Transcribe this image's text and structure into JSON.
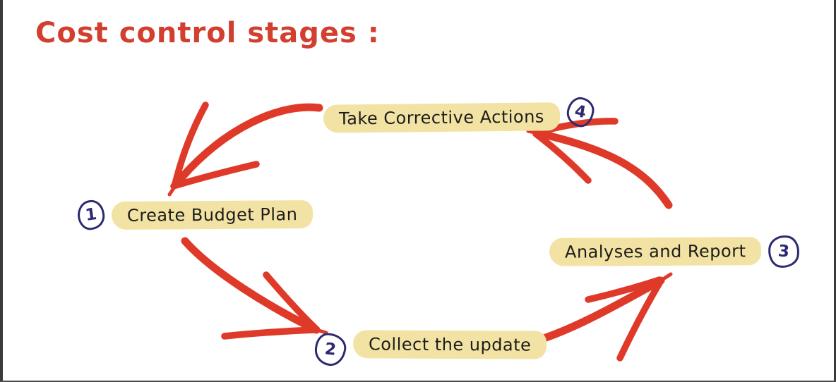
{
  "title": "Cost control stages :",
  "stages": [
    {
      "number": "1",
      "label": "Create Budget Plan"
    },
    {
      "number": "2",
      "label": "Collect the update"
    },
    {
      "number": "3",
      "label": "Analyses and Report"
    },
    {
      "number": "4",
      "label": "Take Corrective Actions"
    }
  ],
  "arrows": [
    {
      "from": "1",
      "to": "2"
    },
    {
      "from": "2",
      "to": "3"
    },
    {
      "from": "3",
      "to": "4"
    },
    {
      "from": "4",
      "to": "1"
    }
  ],
  "colors": {
    "title_red": "#d23f2e",
    "arrow_red": "#df3a29",
    "highlight_yellow": "#f2e3a4",
    "ink_navy": "#2b2a72",
    "label_text": "#1d1c1a",
    "background": "#ffffff"
  }
}
